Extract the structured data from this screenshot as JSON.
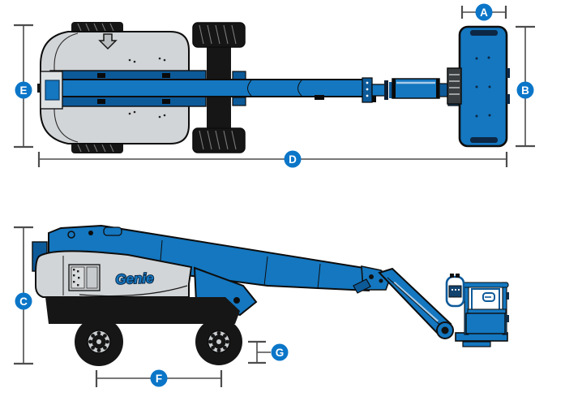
{
  "logo": {
    "text": "Genie"
  },
  "dimension_labels": {
    "A": "A",
    "B": "B",
    "C": "C",
    "D": "D",
    "E": "E",
    "F": "F",
    "G": "G"
  },
  "icons": {
    "drive_direction_arrow": "down-arrow"
  },
  "colors": {
    "machine_blue": "#1477c0",
    "machine_dark_blue": "#0d5a99",
    "label_circle_blue": "#0b76c8",
    "body_grey": "#d2d5d7",
    "hub_grey": "#caced0",
    "outline_black": "#0d0d0d",
    "dimension_line_grey": "#4d4d4d",
    "background": "#ffffff"
  }
}
